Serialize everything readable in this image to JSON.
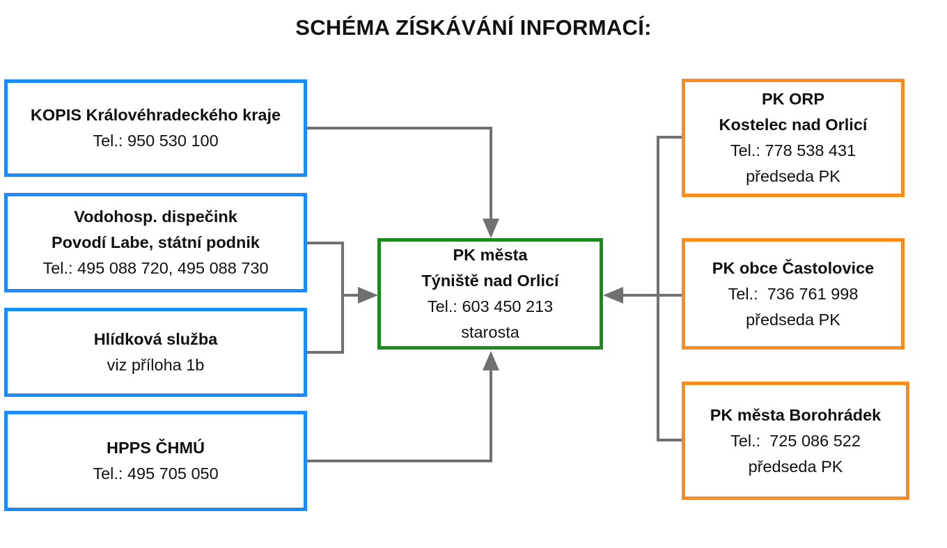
{
  "title": "SCHÉMA ZÍSKÁVÁNÍ INFORMACÍ:",
  "colors": {
    "left_border": "#1a8cff",
    "right_border": "#ff8c1a",
    "center_border": "#1c8a1c",
    "connector": "#707070"
  },
  "nodes": {
    "kopis": {
      "name": "KOPIS Královéhradeckého kraje",
      "tel": "Tel.: 950 530 100"
    },
    "vodohosp": {
      "name_1": "Vodohosp. dispečink",
      "name_2": "Povodí Labe, státní podnik",
      "tel": "Tel.: 495 088 720, 495 088 730"
    },
    "hlidkova": {
      "name": "Hlídková služba",
      "note": "viz příloha 1b"
    },
    "hpps": {
      "name": "HPPS ČHMÚ",
      "tel": "Tel.: 495 705 050"
    },
    "center": {
      "name_1": "PK města",
      "name_2": "Týniště nad Orlicí",
      "tel": "Tel.: 603 450 213",
      "role": "starosta"
    },
    "orp": {
      "name_1": "PK ORP",
      "name_2": "Kostelec nad Orlicí",
      "tel": "Tel.: 778 538 431",
      "role": "předseda PK"
    },
    "castolovice": {
      "name": "PK obce Častolovice",
      "tel": "Tel.:  736 761 998",
      "role": "předseda PK"
    },
    "borohradek": {
      "name": "PK města Borohrádek",
      "tel": "Tel.:  725 086 522",
      "role": "předseda PK"
    }
  }
}
